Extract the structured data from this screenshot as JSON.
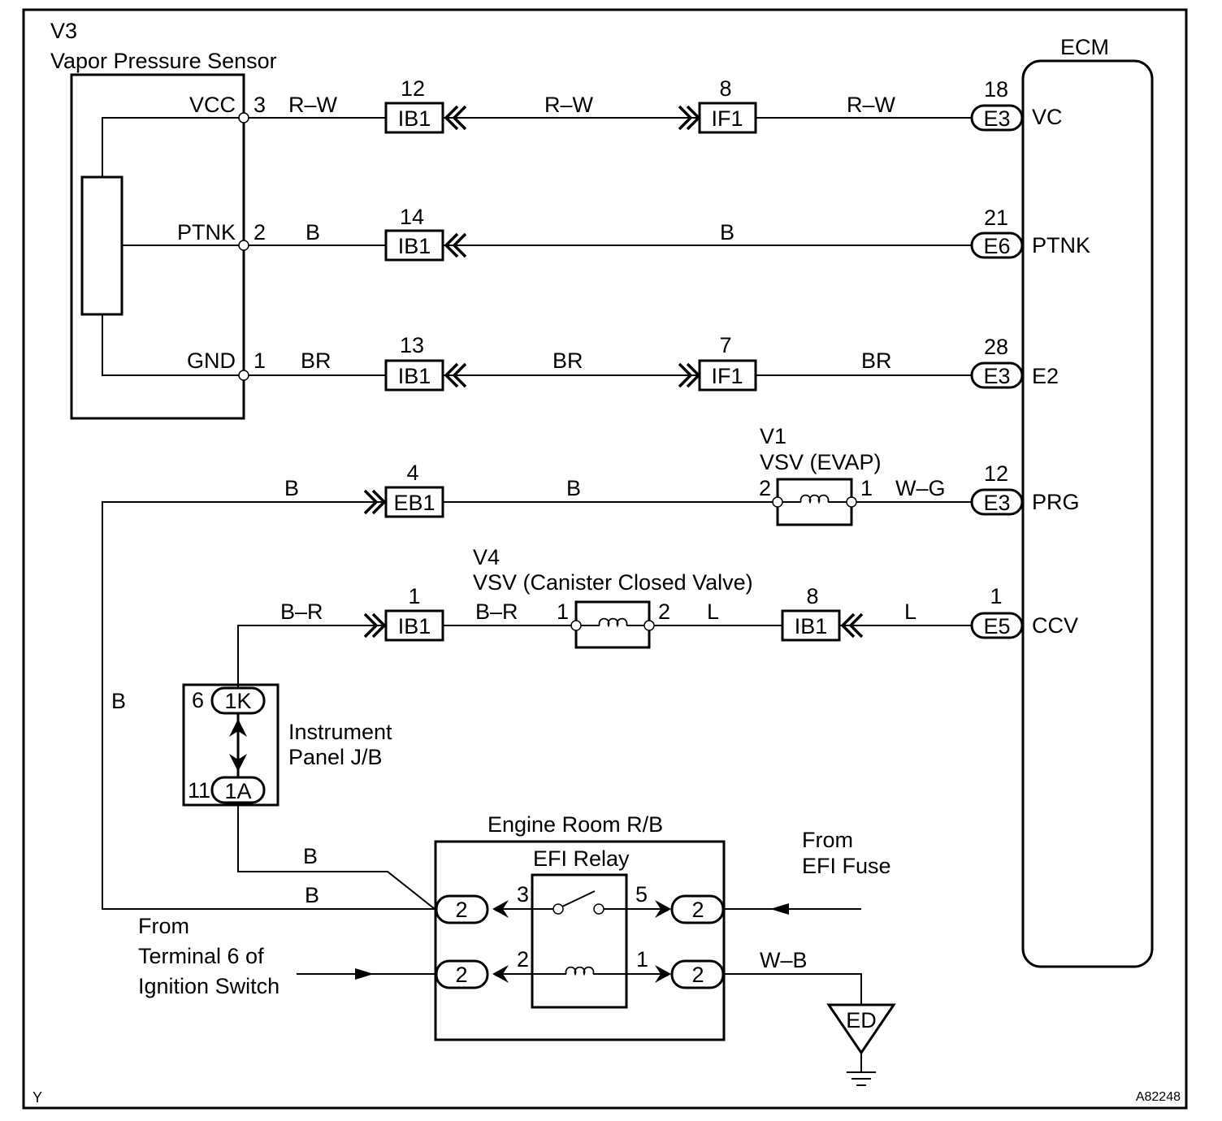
{
  "sensor": {
    "ref": "V3",
    "name": "Vapor Pressure Sensor",
    "terminals": [
      {
        "name": "VCC",
        "pin": "3"
      },
      {
        "name": "PTNK",
        "pin": "2"
      },
      {
        "name": "GND",
        "pin": "1"
      }
    ]
  },
  "ecm": {
    "name": "ECM",
    "terminals": [
      {
        "connector": "E3",
        "pin": "18",
        "name": "VC"
      },
      {
        "connector": "E6",
        "pin": "21",
        "name": "PTNK"
      },
      {
        "connector": "E3",
        "pin": "28",
        "name": "E2"
      },
      {
        "connector": "E3",
        "pin": "12",
        "name": "PRG"
      },
      {
        "connector": "E5",
        "pin": "1",
        "name": "CCV"
      }
    ]
  },
  "junction_connectors": [
    {
      "connector": "IB1",
      "pin": "12"
    },
    {
      "connector": "IF1",
      "pin": "8"
    },
    {
      "connector": "IB1",
      "pin": "14"
    },
    {
      "connector": "IB1",
      "pin": "13"
    },
    {
      "connector": "IF1",
      "pin": "7"
    },
    {
      "connector": "EB1",
      "pin": "4"
    },
    {
      "connector": "IB1",
      "pin": "1"
    },
    {
      "connector": "IB1",
      "pin": "8"
    }
  ],
  "wire_colors": {
    "vc_1": "R–W",
    "vc_2": "R–W",
    "vc_3": "R–W",
    "ptnk_1": "B",
    "ptnk_2": "B",
    "e2_1": "BR",
    "e2_2": "BR",
    "e2_3": "BR",
    "prg_1": "B",
    "prg_2": "B",
    "prg_3": "W–G",
    "ccv_1": "B–R",
    "ccv_2": "B–R",
    "ccv_3": "L",
    "ccv_4": "L",
    "supply_vertical": "B",
    "jb_to_rb": "B",
    "supply_to_rb": "B",
    "ground": "W–B"
  },
  "vsv_evap": {
    "ref": "V1",
    "name": "VSV (EVAP)",
    "pins": [
      "2",
      "1"
    ]
  },
  "vsv_canister": {
    "ref": "V4",
    "name": "VSV (Canister Closed Valve)",
    "pins": [
      "1",
      "2"
    ]
  },
  "instrument_panel_jb": {
    "label": [
      "Instrument",
      "Panel J/B"
    ],
    "connectors": [
      {
        "connector": "1K",
        "pin": "6"
      },
      {
        "connector": "1A",
        "pin": "11"
      }
    ]
  },
  "engine_room_rb": {
    "name": "Engine Room R/B",
    "relay_name": "EFI Relay",
    "connectors": [
      "2",
      "2",
      "2",
      "2"
    ],
    "relay_pins": {
      "switch_in": "3",
      "switch_out": "5",
      "coil_in": "2",
      "coil_out": "1"
    }
  },
  "sources": {
    "efi_fuse": [
      "From",
      "EFI Fuse"
    ],
    "ignition": [
      "From",
      "Terminal 6 of",
      "Ignition Switch"
    ]
  },
  "ground": {
    "ref": "ED"
  },
  "footer": {
    "left": "Y",
    "right": "A82248"
  }
}
